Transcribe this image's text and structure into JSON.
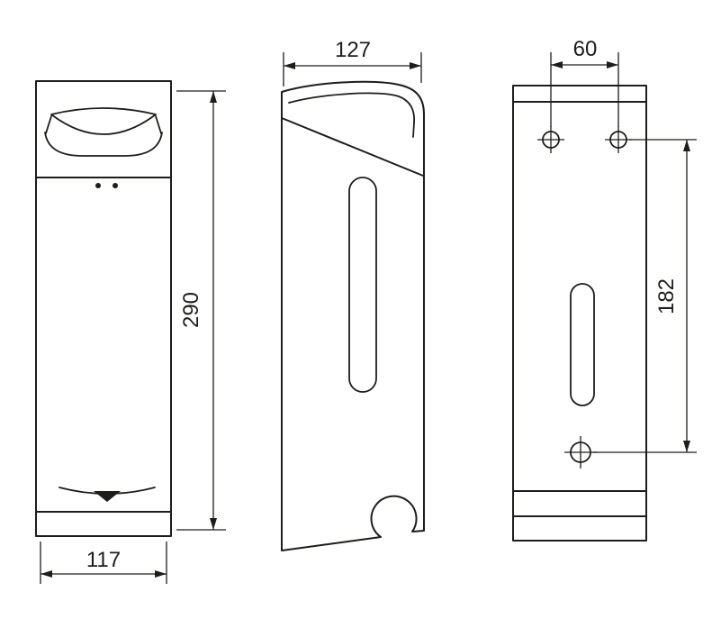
{
  "drawing": {
    "colors": {
      "line": "#1d1d1b",
      "background": "#ffffff"
    },
    "dimensions": {
      "front_height": "290",
      "front_width": "117",
      "side_depth": "127",
      "mount_hole_spacing_x": "60",
      "mount_hole_spacing_y": "182"
    }
  }
}
